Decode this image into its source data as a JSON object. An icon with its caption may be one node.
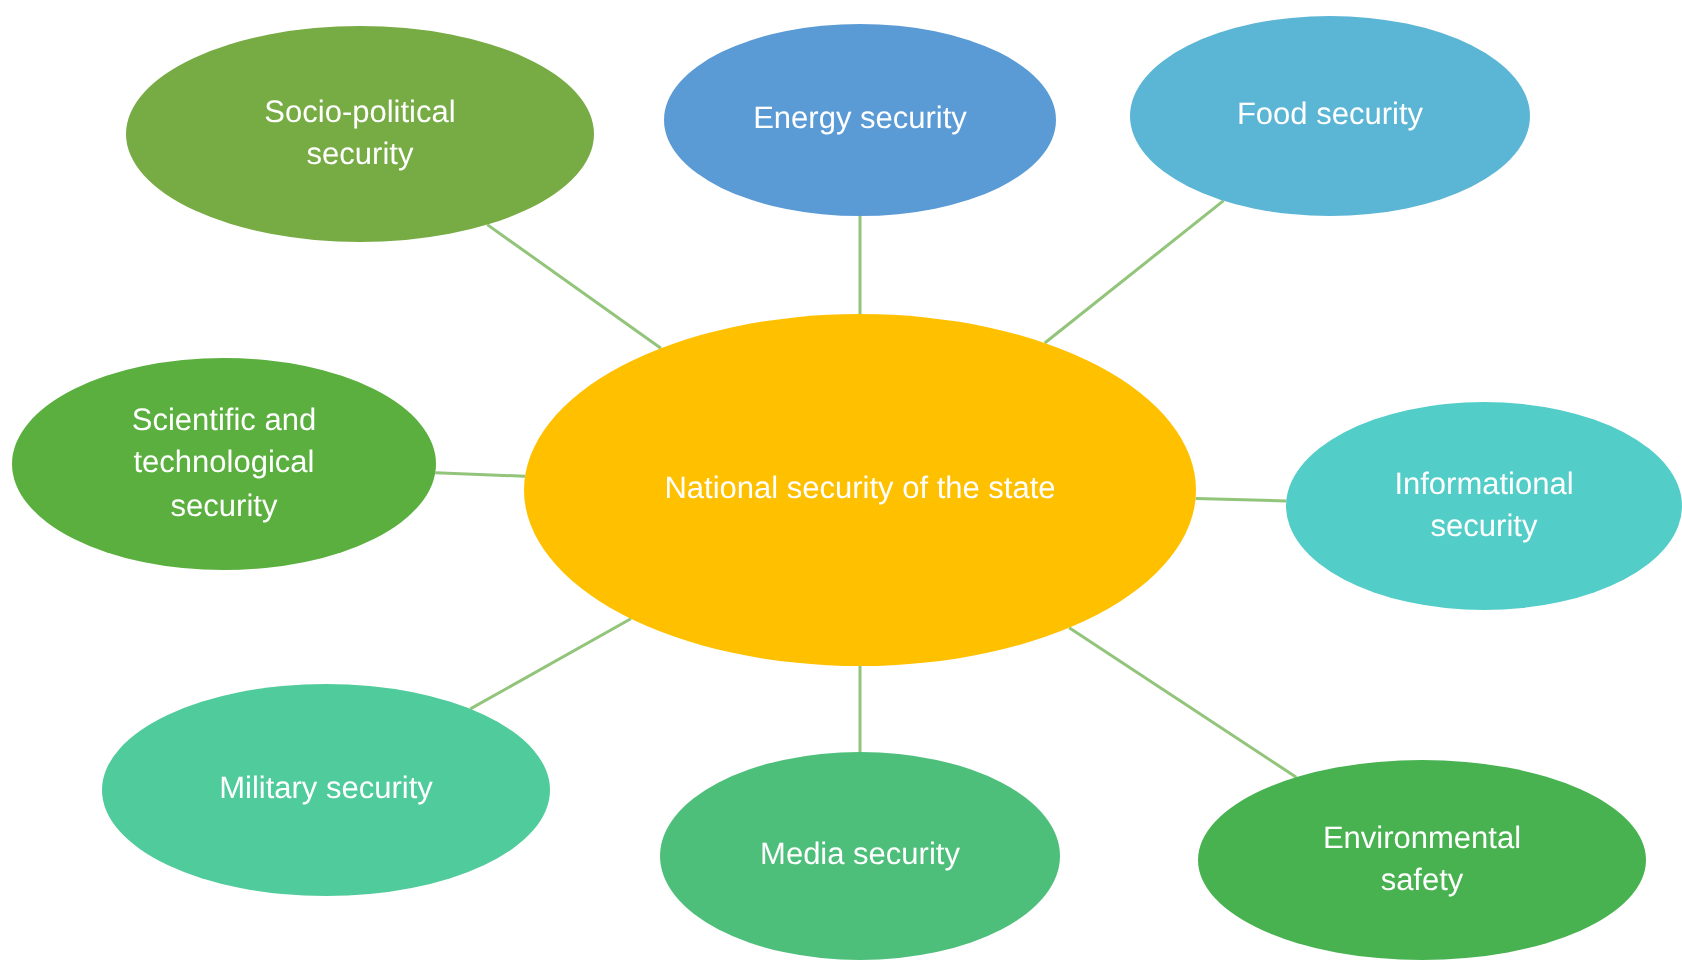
{
  "diagram": {
    "nodes": [
      {
        "text": [
          "Socio-political security"
        ]
      },
      {
        "text": [
          "Energy security"
        ]
      },
      {
        "text": [
          "Food security"
        ]
      },
      {
        "text": [
          "Scientific and technological security"
        ]
      },
      {
        "text": [
          "National security of the state"
        ]
      },
      {
        "text": [
          "Informational security"
        ]
      },
      {
        "text": [
          "Military security"
        ]
      },
      {
        "text": [
          "Media security"
        ]
      },
      {
        "text": [
          "Environmental safety"
        ]
      }
    ],
    "edges": [
      {
        "from": 4,
        "to": 0,
        "arrow": "none"
      },
      {
        "from": 4,
        "to": 1,
        "arrow": "none"
      },
      {
        "from": 4,
        "to": 2,
        "arrow": "none"
      },
      {
        "from": 4,
        "to": 3,
        "arrow": "none"
      },
      {
        "from": 4,
        "to": 5,
        "arrow": "none"
      },
      {
        "from": 4,
        "to": 6,
        "arrow": "none"
      },
      {
        "from": 4,
        "to": 7,
        "arrow": "none"
      },
      {
        "from": 4,
        "to": 8,
        "arrow": "none"
      }
    ]
  }
}
